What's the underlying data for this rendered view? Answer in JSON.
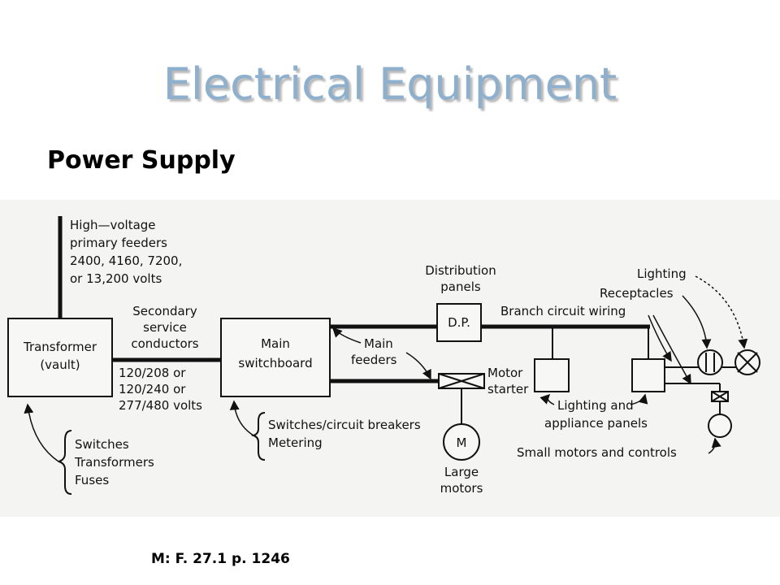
{
  "title": "Electrical Equipment",
  "subtitle": "Power Supply",
  "caption": "M: F. 27.1 p. 1246",
  "diagram": {
    "hv_feeders": [
      "High—voltage",
      "primary  feeders",
      "2400,  4160,  7200,",
      "or  13,200  volts"
    ],
    "transformer": [
      "Transformer",
      "(vault)"
    ],
    "secondary": [
      "Secondary",
      "service",
      "conductors"
    ],
    "voltages": [
      "120/208  or",
      "120/240  or",
      "277/480  volts"
    ],
    "main_switchboard": [
      "Main",
      "switchboard"
    ],
    "main_feeders": [
      "Main",
      "feeders"
    ],
    "distribution_panels": [
      "Distribution",
      "panels"
    ],
    "dp": "D.P.",
    "branch_wiring": "Branch  circuit  wiring",
    "motor_starter": [
      "Motor",
      "starter"
    ],
    "motor_symbol": "M",
    "large_motors": [
      "Large",
      "motors"
    ],
    "lighting_appliance": [
      "Lighting  and",
      "appliance  panels"
    ],
    "lighting": "Lighting",
    "receptacles": "Receptacles",
    "small_motors": "Small  motors  and  controls",
    "transformer_items": [
      "Switches",
      "Transformers",
      "Fuses"
    ],
    "switchboard_items": [
      "Switches/circuit  breakers",
      "Metering"
    ]
  }
}
